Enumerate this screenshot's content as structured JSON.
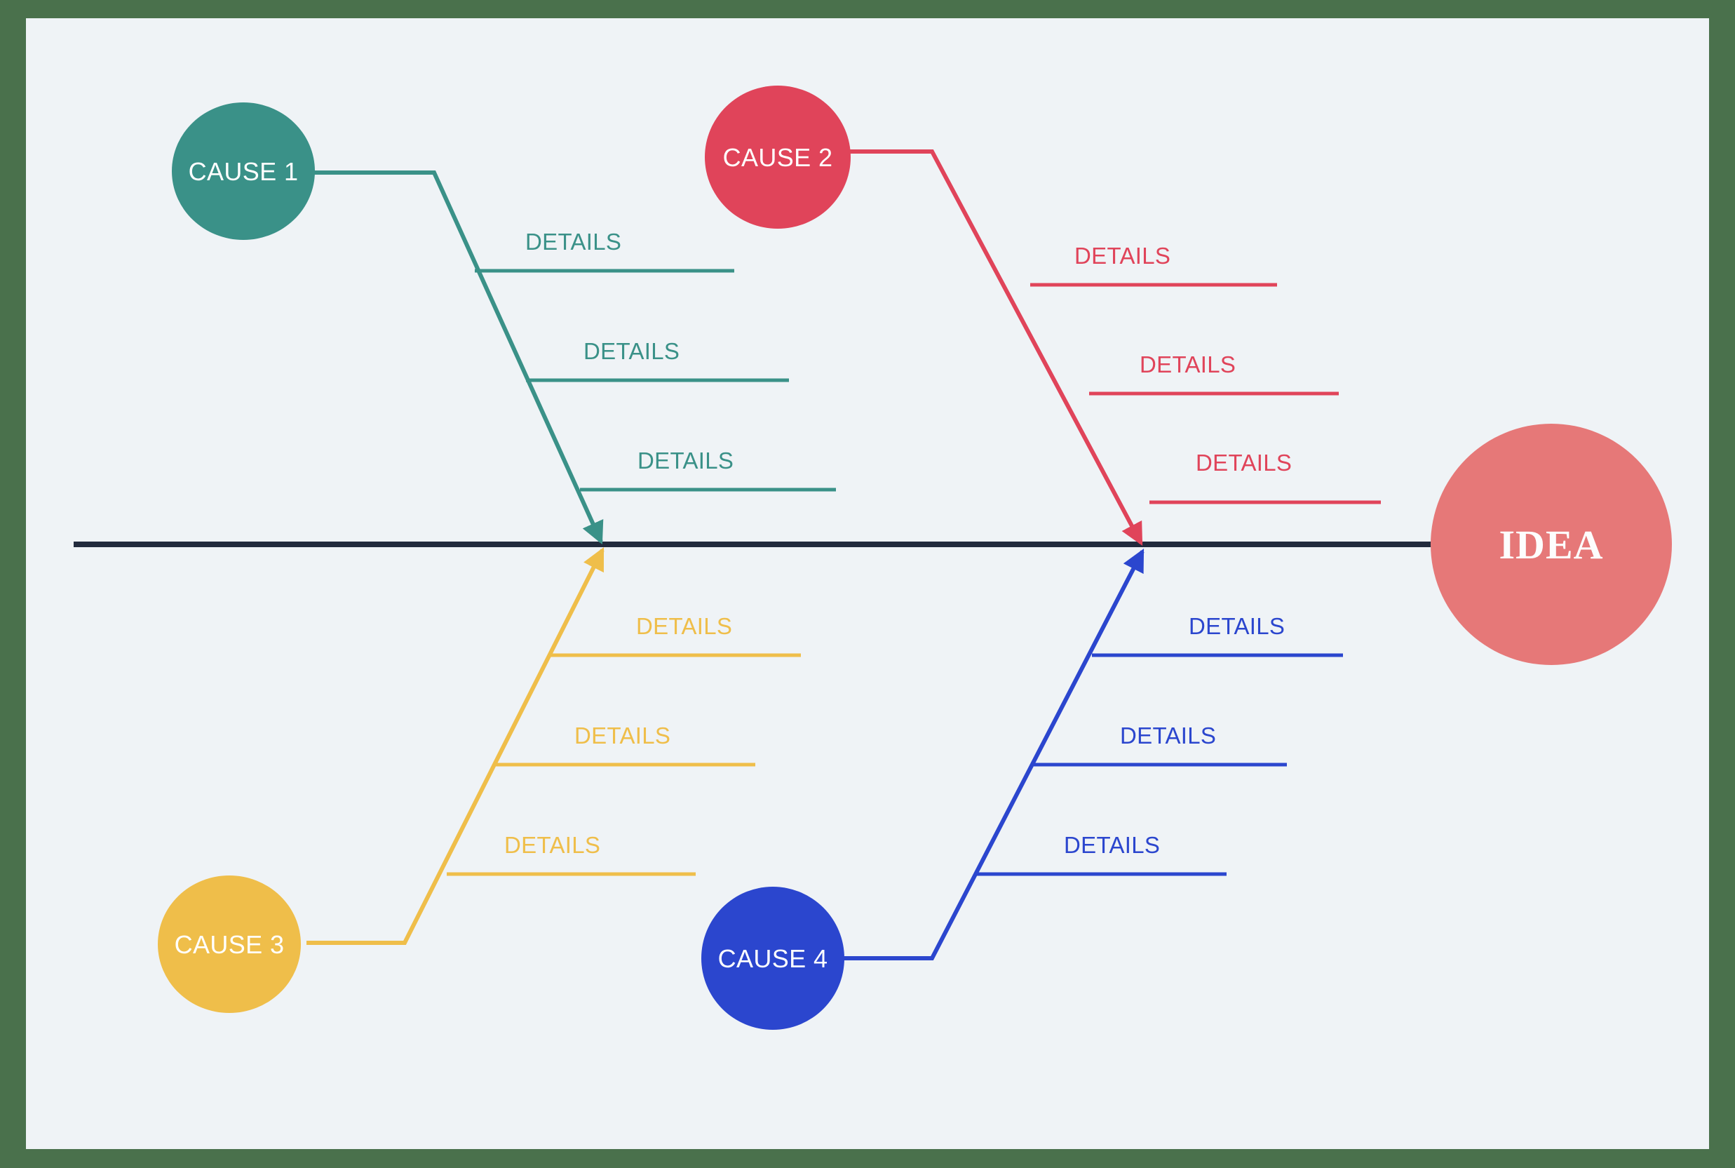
{
  "theme": {
    "outer_border_color": "#4a714c",
    "board_background": "#eff3f6",
    "spine_color": "#222b3d",
    "idea_circle_color": "#e67878",
    "idea_text_color": "#fdfdfd",
    "cause_text_color": "#ffffff"
  },
  "diagram": {
    "type": "fishbone-ishikawa",
    "head": {
      "label": "IDEA",
      "color": "#e67878"
    },
    "branches": [
      {
        "id": "cause-1",
        "label": "CAUSE 1",
        "color": "#3a9188",
        "position": "upper-left",
        "details": [
          {
            "label": "DETAILS"
          },
          {
            "label": "DETAILS"
          },
          {
            "label": "DETAILS"
          }
        ]
      },
      {
        "id": "cause-2",
        "label": "CAUSE 2",
        "color": "#e0445a",
        "position": "upper-right",
        "details": [
          {
            "label": "DETAILS"
          },
          {
            "label": "DETAILS"
          },
          {
            "label": "DETAILS"
          }
        ]
      },
      {
        "id": "cause-3",
        "label": "CAUSE 3",
        "color": "#efbe4a",
        "position": "lower-left",
        "details": [
          {
            "label": "DETAILS"
          },
          {
            "label": "DETAILS"
          },
          {
            "label": "DETAILS"
          }
        ]
      },
      {
        "id": "cause-4",
        "label": "CAUSE 4",
        "color": "#2b46ce",
        "position": "lower-right",
        "details": [
          {
            "label": "DETAILS"
          },
          {
            "label": "DETAILS"
          },
          {
            "label": "DETAILS"
          }
        ]
      }
    ]
  }
}
